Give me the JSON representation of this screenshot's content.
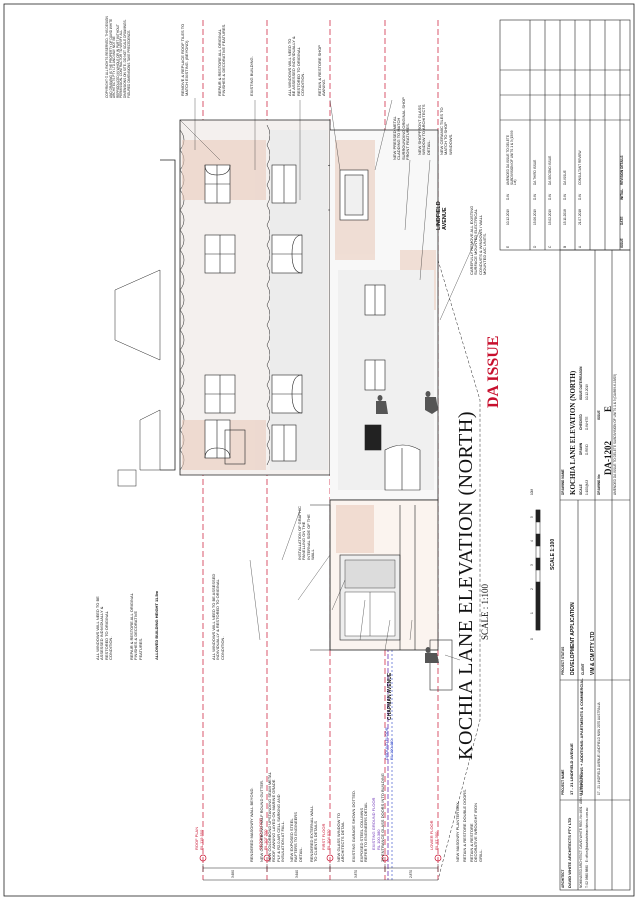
{
  "sheet": {
    "title": "KOCHIA LANE ELEVATION (NORTH)",
    "scale_label": "SCALE : 1:100",
    "scale_bar_label": "SCALE 1:100",
    "scale_ticks": [
      "0",
      "1",
      "2",
      "3",
      "4",
      "5",
      "10M"
    ],
    "da_stamp": "DA ISSUE"
  },
  "copyright_note": "COPYRIGHT © ALL RIGHTS RESERVED. THIS DESIGN AND DRAWING IS THE PROPERTY OF DAVID WHITE ARCHITECTS PTY LTD AND MAY NOT BE REPRODUCED IN WHOLE OR IN PART WITHOUT PERMISSION. CONTRACTOR TO VERIFY ALL DIMENSIONS ON SITE. DO NOT SCALE DRAWINGS. FIGURED DIMENSIONS TAKE PRECEDENCE.",
  "levels": [
    {
      "name": "ROOF PLAN",
      "rl": "RL 119.550"
    },
    {
      "name": "SECOND FLOOR",
      "rl": "RL 107.700"
    },
    {
      "name": "FIRST FLOOR",
      "rl": "RL 104.020"
    },
    {
      "name": "EXISTING GROUND FLOOR",
      "rl": "RL 100.380"
    },
    {
      "name": "GROUND FLOOR",
      "rl": "RL 100.480"
    },
    {
      "name": "LOWER FLOOR",
      "rl": "RL 97.350"
    }
  ],
  "dimensions": [
    "3.690",
    "3.640",
    "3.870",
    "2.870"
  ],
  "notes_top": [
    "REMOVE & REPLACE ROOF TILES TO MATCH EXISTING. (BEYOND)",
    "REPAIR & RESTORE ALL ORIGINAL FINISHES & DECORATIVE FEATURES.",
    "EXISTING BUILDING.",
    "ALL WINDOWS WILL NEED TO BE ASSESSED INDIVIDUALLY & RESTORED TO ORIGINAL CONDITION.",
    "RETAIN & RESTORE SHOP AWNING.",
    "NEW PRESSED METAL CLADDING TO MATCH SURROUNDING ORIGINAL SHOP FRONT FEATURES.",
    "NEW SHOPFRONT GLASS WINDOW TO ARCHITECTS DETAIL.",
    "NEW CERAMIC TILES TO MATCH TO SHOP WINDOWS.",
    "CAREFULLY REMOVE ALL EXISTING SURFACE MOUNTED ELECTRICAL CONDUITS & WINDOWS / WALL MOUNTED A/C UNITS."
  ],
  "lindfield_label": "LINDFIELD AVENUE",
  "chapman_label": "CHAPMAN AVENUE",
  "notes_left": [
    "ALL WINDOWS WILL NEED TO BE ASSESSED INDIVIDUALLY & RESTORED TO ORIGINAL CONDITION.",
    "REPAIR & RESTORE ALL ORIGINAL FINISHES & DECORATIVE FEATURES.",
    "ALLOWED BUILDING HEIGHT 11.5m",
    "ALL WINDOWS WILL NEED TO BE ASSESSED INDIVIDUALLY & RESTORED TO ORIGINAL CONDITION.",
    "RENDERED MASONRY WALL BEYOND.",
    "NEW COLORBOND HALF ROUND GUTTER.",
    "NEW COLORBOND UPSTANDING SEAM METAL ROOF. AWNING LAYED ON MARINE GRADE PLY & R2.0 AIR CELL SARKING AND INSULATION AT FALL.",
    "NEW EXPOSED STEEL RAFTERS TO ENGINEERS DETAIL.",
    "RENDERED EXTERNAL WALL TO CLIENTS DETAILS",
    "NEW GLASS WINDOW TO ARCHITECTS DETAIL",
    "EXISTING GARAGE SHOWN DOTTED.",
    "EXPOSED STEEL COLUMNS REFER TO ENGINEERS DETAIL",
    "2X ENTRANCE GLASS DOORS INTO BUILDING",
    "INSTALLATION OF GRAPHIC PANELLING ON THE INTERNAL SIDE OF THE WALL",
    "NEW MASONRY PLANTER BOX.",
    "RETAIN & RESTORE DOUBLE DOORS.",
    "RETAIN & RESTORE DECORATIVE WROUGHT IRON GRILL."
  ],
  "title_block": {
    "architect_heading": "ARCHITECT",
    "architect_name": "DAVID WHITE ARCHITECTS PTY LTD",
    "architect_address": "NOMINATED ARCHITECT: DAVID WHITE REG. No 4831 · ABN 48 098 445 321",
    "architect_contact": "T: 02 9880 8880 · E: office@davidwhitearchitects.com.au",
    "project_heading": "PROJECT NAME",
    "project_name_1": "17 - 21 LINDFIELD AVENUE",
    "project_name_2": "ALTERATIONS + ADDITIONS: APARTMENTS & COMMERCIAL",
    "project_address": "17 - 21 LINDFIELD AVENUE LINDFIELD NSW 2070 AUSTRALIA",
    "project_status_heading": "PROJECT STATUS",
    "project_status": "DEVELOPMENT APPLICATION",
    "client_heading": "CLIENT",
    "client": "VM & CM PTY LTD",
    "drawing_heading": "DRAWING NAME",
    "drawing_name": "KOCHIA LANE ELEVATION (NORTH)",
    "scale_heading": "SCALE",
    "scale": "1:100@A3",
    "drawn_heading": "DRAWN",
    "drawn": "D.REID",
    "checked_heading": "CHECKED",
    "checked": "D.WHITE",
    "issue_date_heading": "ISSUE DATE/REASON",
    "issue_date": "10.12.2019",
    "drawing_no_heading": "DRAWING No",
    "drawing_no": "DA-1202",
    "issue_heading": "ISSUE",
    "issue": "E",
    "amend_note": "AMENDED DA ISSUE TO DELETE SUBDIVISION OF UNITS 1 & 3 (DA/899-6-15/05)"
  },
  "revisions": {
    "headers": [
      "ISSUE",
      "DATE",
      "INITIAL",
      "REVISION DETAILS"
    ],
    "rows": [
      [
        "E",
        "10.12.2019",
        "D.W",
        "AMENDED DA ISSUE TO DELETE SUBDIVISION OF UNITS 1 & 3 (15/99 Lot)"
      ],
      [
        "D",
        "15.06.2019",
        "D.W",
        "DA THIRD ISSUE"
      ],
      [
        "C",
        "15.02.2019",
        "D.W",
        "DA SECOND ISSUE"
      ],
      [
        "B",
        "15.11.2018",
        "D.W",
        "DA ISSUE"
      ],
      [
        "A",
        "21.07.2018",
        "D.W",
        "CONSULTANT REVIEW"
      ]
    ]
  },
  "colors": {
    "line": "#222222",
    "red": "#c8102e",
    "purple": "#6a2fb5",
    "blue": "#2940c8",
    "brick": "#e9c8b8"
  }
}
